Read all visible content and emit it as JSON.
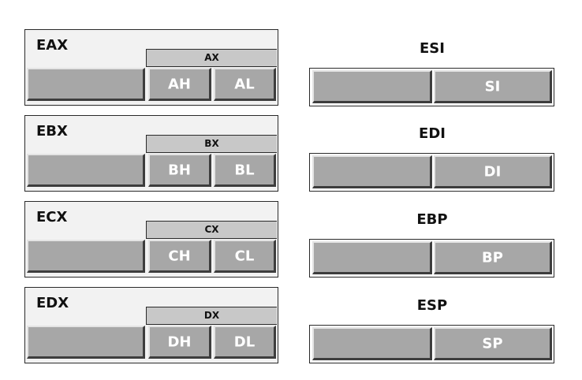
{
  "general_registers": [
    {
      "name": "EAX",
      "sub": "AX",
      "high": "AH",
      "low": "AL"
    },
    {
      "name": "EBX",
      "sub": "BX",
      "high": "BH",
      "low": "BL"
    },
    {
      "name": "ECX",
      "sub": "CX",
      "high": "CH",
      "low": "CL"
    },
    {
      "name": "EDX",
      "sub": "DX",
      "high": "DH",
      "low": "DL"
    }
  ],
  "index_registers": [
    {
      "name": "ESI",
      "low": "SI"
    },
    {
      "name": "EDI",
      "low": "DI"
    },
    {
      "name": "EBP",
      "low": "BP"
    },
    {
      "name": "ESP",
      "low": "SP"
    }
  ],
  "colors": {
    "cell_fill": "#a7a7a7",
    "sub_bar": "#c8c8c8",
    "panel": "#f2f2f2",
    "cell_text": "#ffffff",
    "outline": "#2a2a2a"
  }
}
